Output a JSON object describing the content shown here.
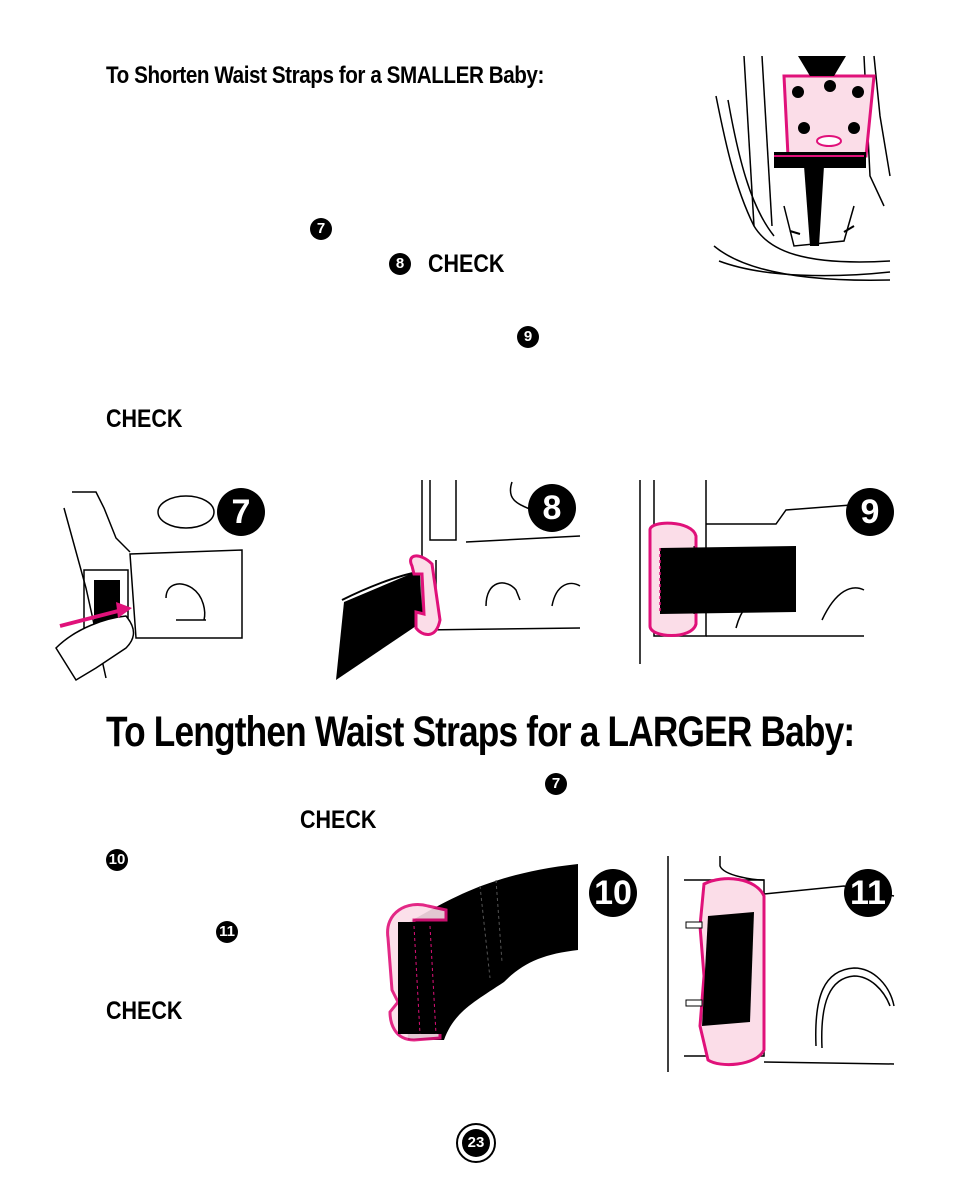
{
  "section_short": {
    "heading": "To Shorten Waist Straps for a SMALLER Baby:",
    "marker_7": "7",
    "marker_8": "8",
    "check_1": "CHECK",
    "marker_9": "9",
    "check_2": "CHECK"
  },
  "figures": {
    "fig7": "7",
    "fig8": "8",
    "fig9": "9",
    "fig10": "10",
    "fig11": "11"
  },
  "section_long": {
    "heading": "To Lengthen Waist Straps for a LARGER Baby:",
    "marker_7": "7",
    "check_1": "CHECK",
    "marker_10": "10",
    "marker_11": "11",
    "check_2": "CHECK"
  },
  "page_number": "23",
  "colors": {
    "accent": "#e0117a",
    "ink": "#000000",
    "tint": "#fbdde8"
  }
}
